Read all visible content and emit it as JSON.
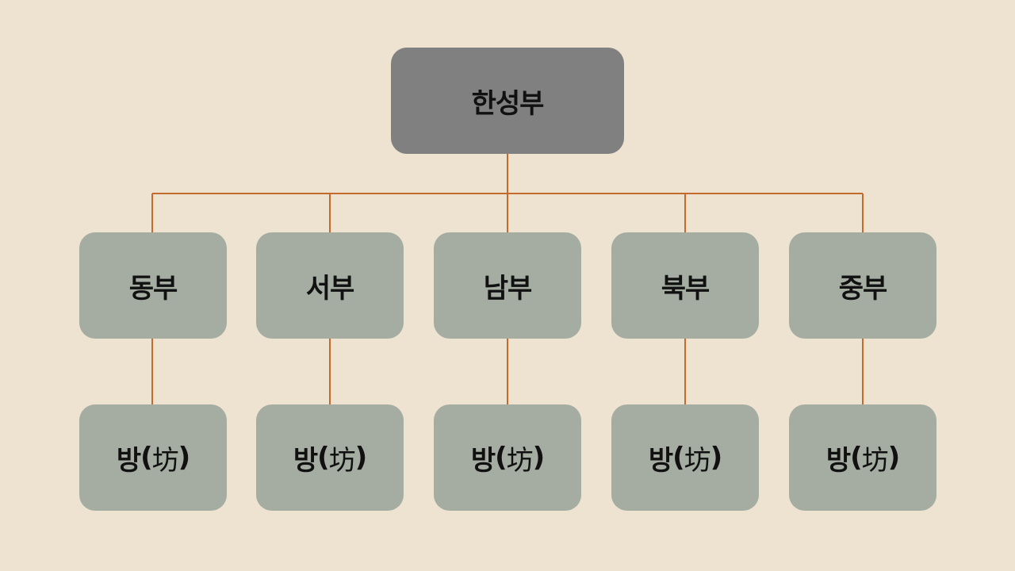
{
  "diagram": {
    "root": {
      "label": "한성부"
    },
    "divisions": [
      {
        "label": "동부",
        "child": {
          "label": "방",
          "hanja": "坊"
        }
      },
      {
        "label": "서부",
        "child": {
          "label": "방",
          "hanja": "坊"
        }
      },
      {
        "label": "남부",
        "child": {
          "label": "방",
          "hanja": "坊"
        }
      },
      {
        "label": "북부",
        "child": {
          "label": "방",
          "hanja": "坊"
        }
      },
      {
        "label": "중부",
        "child": {
          "label": "방",
          "hanja": "坊"
        }
      }
    ]
  },
  "colors": {
    "background": "#ede3d0",
    "root_fill": "#808080",
    "node_fill": "#a5ada2",
    "connector": "#c36a2c"
  }
}
